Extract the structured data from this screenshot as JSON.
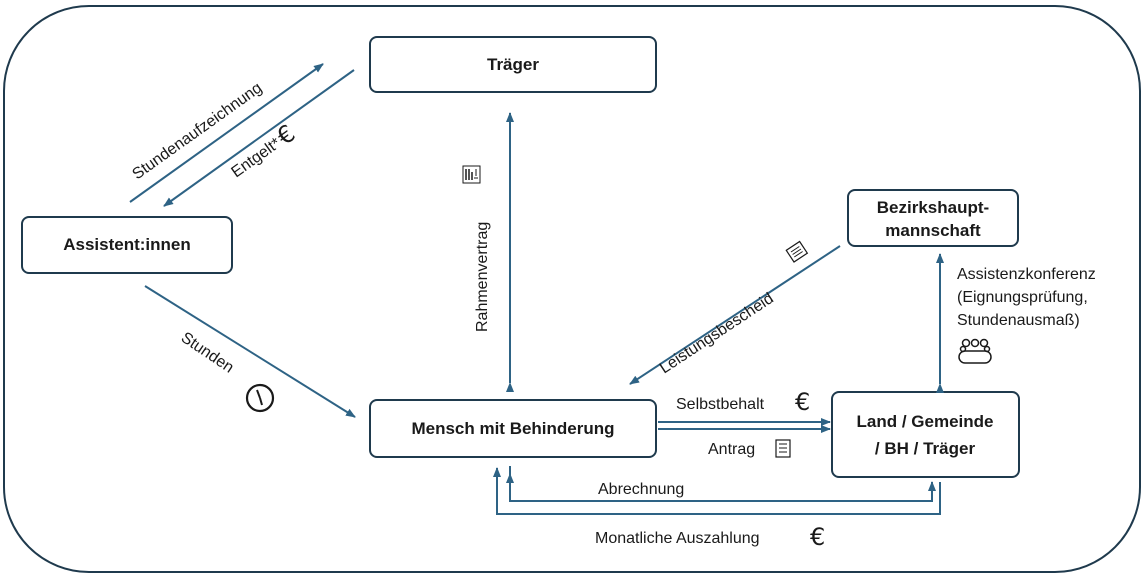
{
  "nodes": {
    "traeger": "Träger",
    "assistent": "Assistent:innen",
    "bezirk_line1": "Bezirkshaupt-",
    "bezirk_line2": "mannschaft",
    "mensch": "Mensch mit Behinderung",
    "land_line1": "Land / Gemeinde",
    "land_line2": "/ BH / Träger"
  },
  "edges": {
    "stundenaufzeichnung": "Stundenaufzeichnung",
    "entgelt": "Entgelt*",
    "rahmenvertrag": "Rahmenvertrag",
    "stunden": "Stunden",
    "leistungsbescheid": "Leistungsbescheid",
    "assistenzkonferenz_line1": "Assistenzkonferenz",
    "assistenzkonferenz_line2": "(Eignungsprüfung,",
    "assistenzkonferenz_line3": "Stundenausmaß)",
    "selbstbehalt": "Selbstbehalt",
    "antrag": "Antrag",
    "abrechnung": "Abrechnung",
    "auszahlung": "Monatliche Auszahlung"
  },
  "symbols": {
    "euro": "€"
  },
  "colors": {
    "arrow": "#2e6385",
    "box_border": "#1f3a4d",
    "frame": "#1f3a4d"
  },
  "icons": [
    "chart-icon",
    "clock-icon",
    "document-icon",
    "meeting-icon",
    "list-icon",
    "euro-icon"
  ]
}
